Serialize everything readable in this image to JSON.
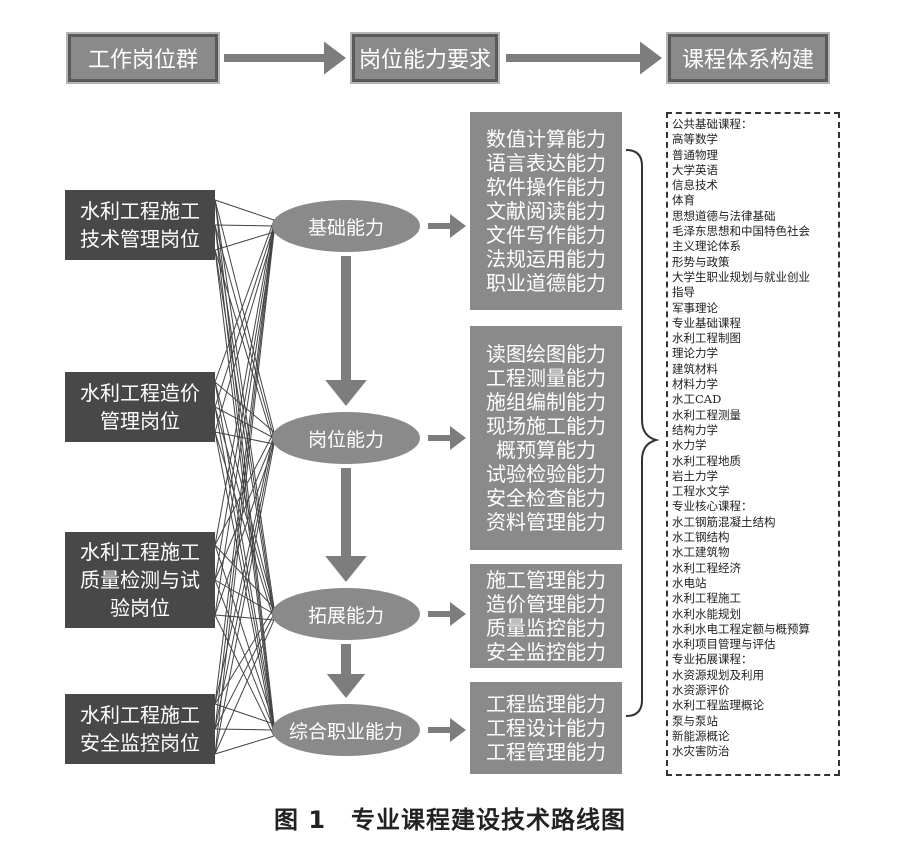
{
  "header": {
    "job_group": "工作岗位群",
    "capability_req": "岗位能力要求",
    "curriculum": "课程体系构建"
  },
  "jobs": [
    "水利工程施工技术管理岗位",
    "水利工程造价管理岗位",
    "水利工程施工质量检测与试验岗位",
    "水利工程施工安全监控岗位"
  ],
  "abilities": [
    {
      "name": "基础能力",
      "items": [
        "数值计算能力",
        "语言表达能力",
        "软件操作能力",
        "文献阅读能力",
        "文件写作能力",
        "法规运用能力",
        "职业道德能力"
      ]
    },
    {
      "name": "岗位能力",
      "items": [
        "读图绘图能力",
        "工程测量能力",
        "施组编制能力",
        "现场施工能力",
        "概预算能力",
        "试验检验能力",
        "安全检查能力",
        "资料管理能力"
      ]
    },
    {
      "name": "拓展能力",
      "items": [
        "施工管理能力",
        "造价管理能力",
        "质量监控能力",
        "安全监控能力"
      ]
    },
    {
      "name": "综合职业能力",
      "items": [
        "工程监理能力",
        "工程设计能力",
        "工程管理能力"
      ]
    }
  ],
  "courses": [
    "公共基础课程：",
    "高等数学",
    "普通物理",
    "大学英语",
    "信息技术",
    "体育",
    "思想道德与法律基础",
    "毛泽东思想和中国特色社会",
    "主义理论体系",
    "形势与政策",
    "大学生职业规划与就业创业",
    "指导",
    "军事理论",
    "专业基础课程",
    "水利工程制图",
    "理论力学",
    "建筑材料",
    "材料力学",
    "水工CAD",
    "水利工程测量",
    "结构力学",
    "水力学",
    "水利工程地质",
    "岩土力学",
    "工程水文学",
    "专业核心课程：",
    "水工钢筋混凝土结构",
    "水工钢结构",
    "水工建筑物",
    "水利工程经济",
    "水电站",
    "水利工程施工",
    "水利水能规划",
    "水利水电工程定额与概预算",
    "水利项目管理与评估",
    "专业拓展课程：",
    "水资源规划及利用",
    "水资源评价",
    "水利工程监理概论",
    "泵与泵站",
    "新能源概论",
    "水灾害防治"
  ],
  "caption": "图 1　专业课程建设技术路线图"
}
